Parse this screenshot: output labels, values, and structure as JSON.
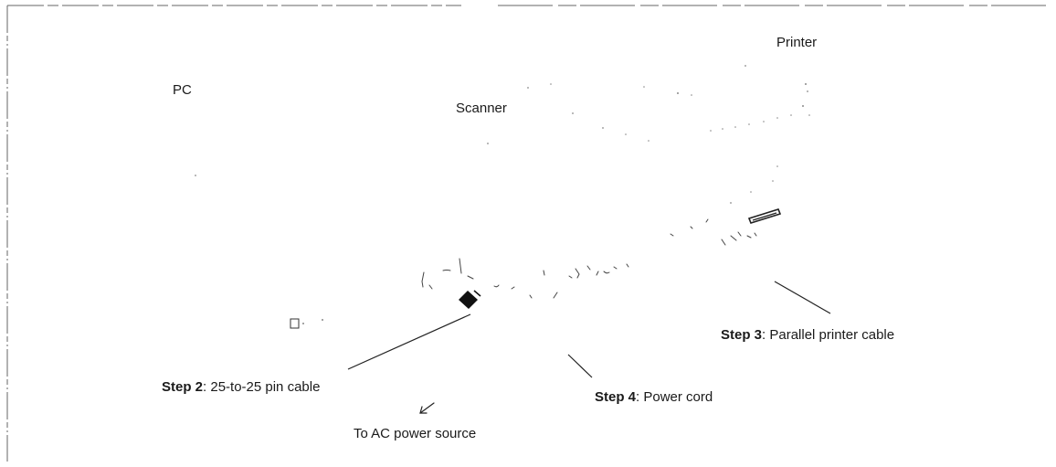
{
  "labels": {
    "printer": "Printer",
    "pc": "PC",
    "scanner": "Scanner",
    "step3": {
      "step": "Step 3",
      "text": ": Parallel printer cable"
    },
    "step2": {
      "step": "Step 2",
      "text": ": 25-to-25 pin cable"
    },
    "step4": {
      "step": "Step 4",
      "text": ": Power cord"
    },
    "ac": "To AC power source"
  }
}
